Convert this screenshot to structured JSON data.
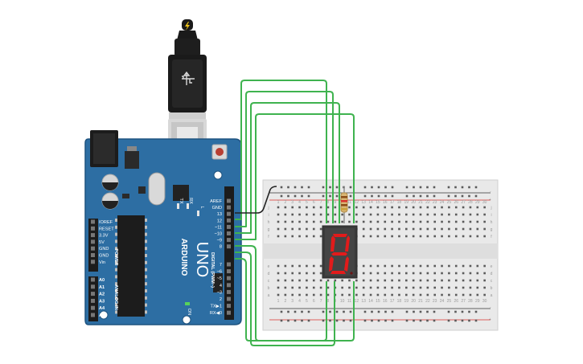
{
  "arduino": {
    "brand": "ARDUINO",
    "model": "UNO",
    "header_text": "DIGITAL (PWM~)",
    "analog_text": "ANALOG IN",
    "power_text": "POWER",
    "tx_label": "TX",
    "rx_label": "RX",
    "l_label": "L",
    "on_label": "ON",
    "digital_pins_top": [
      "AREF",
      "GND",
      "13",
      "12",
      "~11",
      "~10",
      "~9",
      "8"
    ],
    "digital_pins_bottom": [
      "7",
      "~6",
      "~5",
      "4",
      "~3",
      "2",
      "TX▶1",
      "RX◀0"
    ],
    "power_pins": [
      "IOREF",
      "RESET",
      "3.3V",
      "5V",
      "GND",
      "GND",
      "Vin"
    ],
    "analog_pins": [
      "A0",
      "A1",
      "A2",
      "A3",
      "A4",
      "A5"
    ]
  },
  "breadboard": {
    "row_letters_top": [
      "j",
      "i",
      "h",
      "g",
      "f"
    ],
    "row_letters_bottom": [
      "e",
      "d",
      "c",
      "b",
      "a"
    ],
    "columns": [
      "1",
      "2",
      "3",
      "4",
      "5",
      "6",
      "7",
      "8",
      "9",
      "10",
      "11",
      "12",
      "13",
      "14",
      "15",
      "16",
      "17",
      "18",
      "19",
      "20",
      "21",
      "22",
      "23",
      "24",
      "25",
      "26",
      "27",
      "28",
      "29",
      "30"
    ],
    "rail_plus": "+",
    "rail_minus": "-"
  },
  "display": {
    "digit": "8"
  },
  "colors": {
    "board": "#2d6ea3",
    "board_edge": "#1f5480",
    "wire_green": "#3fb34f",
    "wire_black": "#222222",
    "segment_on": "#e21b1b",
    "segment_off": "#6a1414",
    "rail_red": "#d9302c",
    "rail_black": "#333333"
  }
}
